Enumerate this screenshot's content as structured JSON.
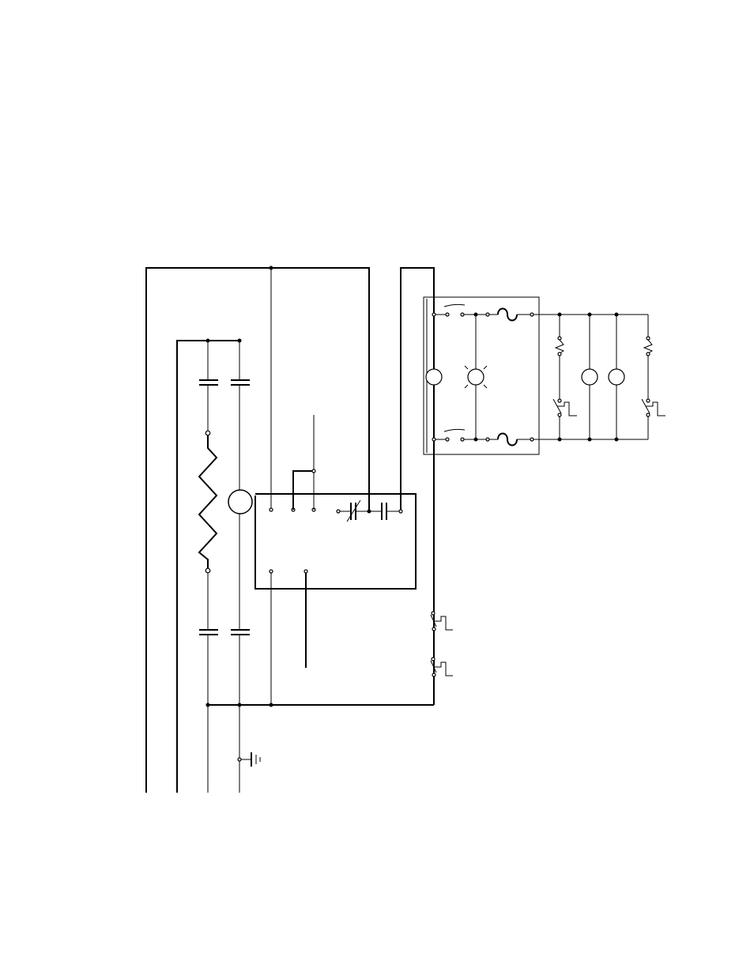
{
  "diagram": {
    "kind": "electrical wiring schematic",
    "labels": [],
    "components": {
      "capacitors": 4,
      "resistors": 1,
      "circles": 4,
      "lamps": 1,
      "fuses": 2,
      "switches": 6,
      "ground_symbols": 1,
      "variable_capacitors": 1
    }
  }
}
